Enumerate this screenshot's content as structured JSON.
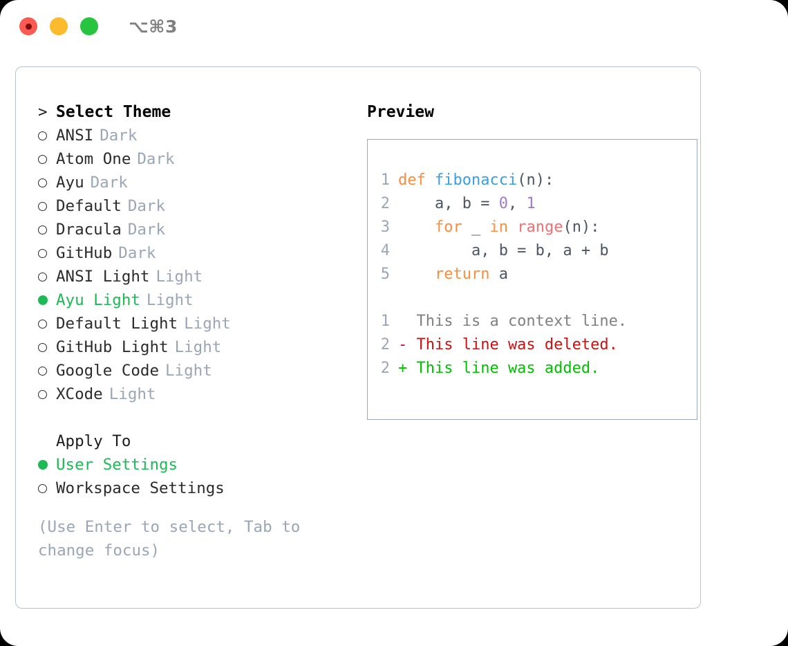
{
  "titlebar": {
    "buttons": [
      "close",
      "minimize",
      "maximize"
    ],
    "shortcut": "⌥⌘3"
  },
  "theme_picker": {
    "heading": "Select Theme",
    "heading_prefix": ">",
    "marker_selected": "●",
    "marker_unselected": "○",
    "items": [
      {
        "label": "ANSI",
        "tag": "Dark",
        "selected": false
      },
      {
        "label": "Atom One",
        "tag": "Dark",
        "selected": false
      },
      {
        "label": "Ayu",
        "tag": "Dark",
        "selected": false
      },
      {
        "label": "Default",
        "tag": "Dark",
        "selected": false
      },
      {
        "label": "Dracula",
        "tag": "Dark",
        "selected": false
      },
      {
        "label": "GitHub",
        "tag": "Dark",
        "selected": false
      },
      {
        "label": "ANSI Light",
        "tag": "Light",
        "selected": false
      },
      {
        "label": "Ayu Light",
        "tag": "Light",
        "selected": true
      },
      {
        "label": "Default Light",
        "tag": "Light",
        "selected": false
      },
      {
        "label": "GitHub Light",
        "tag": "Light",
        "selected": false
      },
      {
        "label": "Google Code",
        "tag": "Light",
        "selected": false
      },
      {
        "label": "XCode",
        "tag": "Light",
        "selected": false
      }
    ]
  },
  "apply_to": {
    "heading": "Apply To",
    "items": [
      {
        "label": "User Settings",
        "selected": true
      },
      {
        "label": "Workspace Settings",
        "selected": false
      }
    ]
  },
  "hint": "(Use Enter to select, Tab to change focus)",
  "preview": {
    "title": "Preview",
    "code_lines": [
      {
        "num": "1",
        "tokens": [
          {
            "t": "def ",
            "c": "kw"
          },
          {
            "t": "fibonacci",
            "c": "fn"
          },
          {
            "t": "(n):",
            "c": "pln"
          }
        ]
      },
      {
        "num": "2",
        "tokens": [
          {
            "t": "    a, b = ",
            "c": "pln"
          },
          {
            "t": "0",
            "c": "num"
          },
          {
            "t": ", ",
            "c": "pln"
          },
          {
            "t": "1",
            "c": "num"
          }
        ]
      },
      {
        "num": "3",
        "tokens": [
          {
            "t": "    ",
            "c": "pln"
          },
          {
            "t": "for",
            "c": "kw"
          },
          {
            "t": " _ ",
            "c": "pln"
          },
          {
            "t": "in",
            "c": "kw"
          },
          {
            "t": " ",
            "c": "pln"
          },
          {
            "t": "range",
            "c": "call"
          },
          {
            "t": "(n):",
            "c": "pln"
          }
        ]
      },
      {
        "num": "4",
        "tokens": [
          {
            "t": "        a, b = b, a + b",
            "c": "pln"
          }
        ]
      },
      {
        "num": "5",
        "tokens": [
          {
            "t": "    ",
            "c": "pln"
          },
          {
            "t": "return",
            "c": "kw"
          },
          {
            "t": " a",
            "c": "pln"
          }
        ]
      }
    ],
    "diff_lines": [
      {
        "num": "1",
        "sign": " ",
        "text": " This is a context line.",
        "kind": "ctx"
      },
      {
        "num": "2",
        "sign": "-",
        "text": " This line was deleted.",
        "kind": "del"
      },
      {
        "num": "2",
        "sign": "+",
        "text": " This line was added.",
        "kind": "add"
      }
    ]
  },
  "colors": {
    "accent_green": "#1db954",
    "muted": "#9aa6b6",
    "keyword": "#fa8d3e",
    "function": "#399ee6",
    "number": "#a37acc",
    "call": "#f07171",
    "plain": "#4b5563",
    "diff_add": "#00c000",
    "diff_del": "#cc1111",
    "diff_ctx": "#808080",
    "panel_border": "#b9c2cf",
    "preview_border": "#9aa8bb"
  }
}
